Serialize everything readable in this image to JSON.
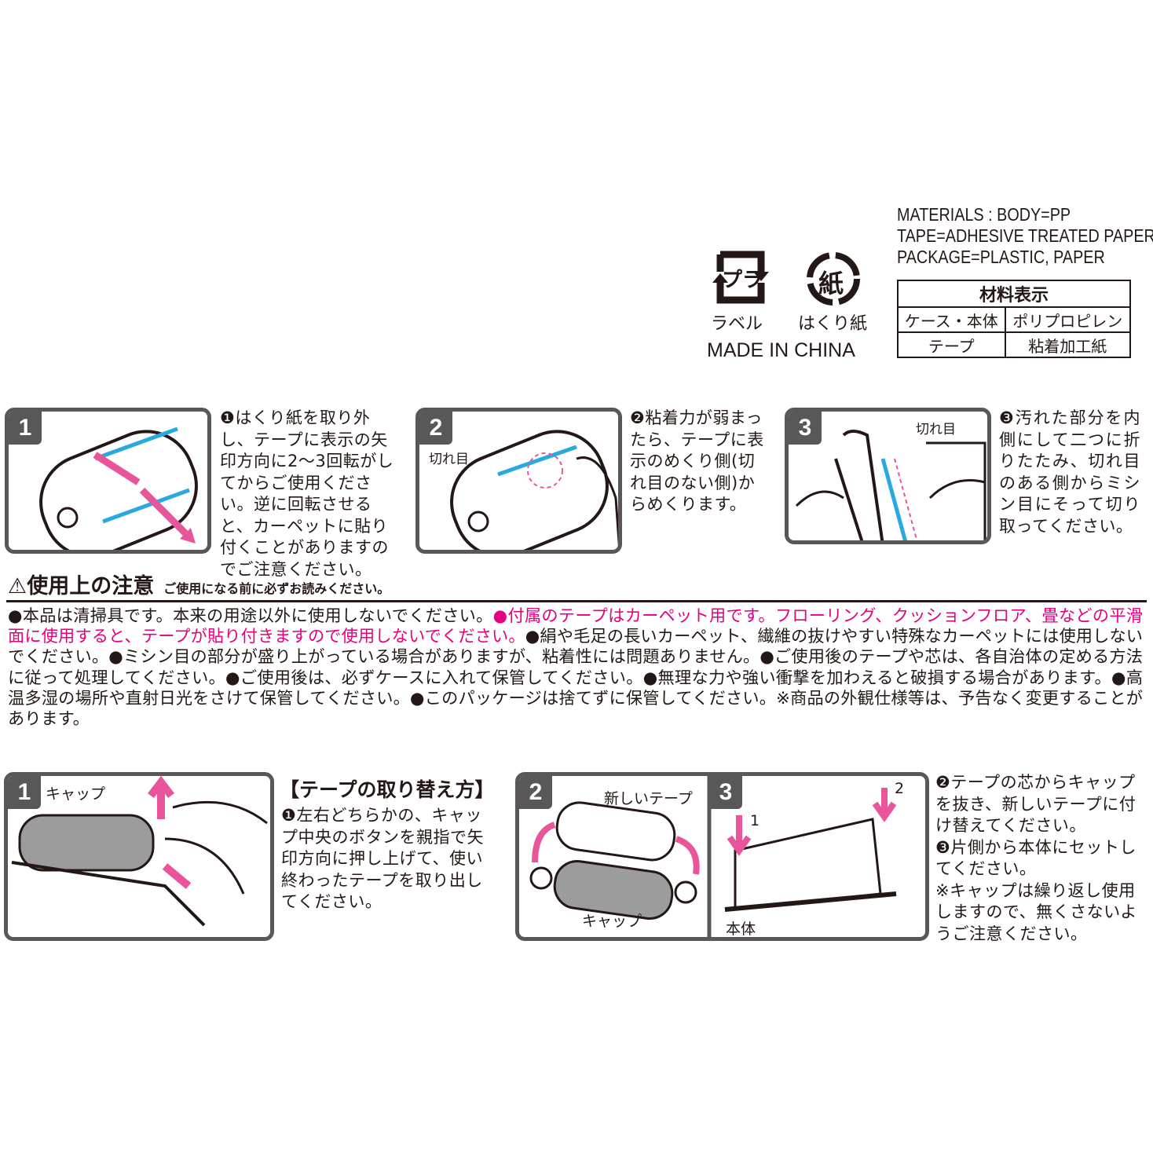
{
  "materials": {
    "lines": [
      "MATERIALS : BODY=PP",
      "TAPE=ADHESIVE TREATED PAPER",
      "PACKAGE=PLASTIC, PAPER"
    ],
    "table_title": "材料表示",
    "rows": [
      [
        "ケース・本体",
        "ポリプロピレン"
      ],
      [
        "テープ",
        "粘着加工紙"
      ]
    ]
  },
  "recycle": {
    "plastic_mark": "プラ",
    "paper_mark": "紙",
    "plastic_label": "ラベル",
    "paper_label": "はくり紙",
    "origin": "MADE IN CHINA"
  },
  "usage_steps": [
    {
      "num": "1",
      "text": "❶はくり紙を取り外し、テープに表示の矢印方向に2〜3回転がしてからご使用ください。逆に回転させると、カーペットに貼り付くことがありますのでご注意ください。"
    },
    {
      "num": "2",
      "callout": "切れ目",
      "text": "❷粘着力が弱まったら、テープに表示のめくり側(切れ目のない側)からめくります。"
    },
    {
      "num": "3",
      "callout": "切れ目",
      "text": "❸汚れた部分を内側にして二つに折りたたみ、切れ目のある側からミシン目にそって切り取ってください。"
    }
  ],
  "caution": {
    "title": "使用上の注意",
    "subtitle": "ご使用になる前に必ずお読みください。",
    "text1": "●本品は清掃具です。本来の用途以外に使用しないでください。",
    "text_pink": "●付属のテープはカーペット用です。フローリング、クッションフロア、畳などの平滑面に使用すると、テープが貼り付きますので使用しないでください。",
    "text2": "●絹や毛足の長いカーペット、繊維の抜けやすい特殊なカーペットには使用しないでください。●ミシン目の部分が盛り上がっている場合がありますが、粘着性には問題ありません。●ご使用後のテープや芯は、各自治体の定める方法に従って処理してください。●ご使用後は、必ずケースに入れて保管してください。●無理な力や強い衝撃を加わえると破損する場合があります。●高温多湿の場所や直射日光をさけて保管してください。●このパッケージは捨てずに保管してください。※商品の外観仕様等は、予告なく変更することがあります。"
  },
  "replace": {
    "title": "【テープの取り替え方】",
    "step1_num": "1",
    "step1_callout": "キャップ",
    "step1_text": "❶左右どちらかの、キャップ中央のボタンを親指で矢印方向に押し上げて、使い終わったテープを取り出してください。",
    "step2_num": "2",
    "step2_callout_tape": "新しいテープ",
    "step2_callout_cap": "キャップ",
    "step3_num": "3",
    "step3_callout_body": "本体",
    "step3_arrow1": "1",
    "step3_arrow2": "2",
    "step23_text": "❷テープの芯からキャップを抜き、新しいテープに付け替えてください。\n❸片側から本体にセットしてください。\n※キャップは繰り返し使用しますので、無くさないようご注意ください。"
  },
  "colors": {
    "pink": "#e4007f",
    "panel_border": "#595757",
    "blue": "#29a9e0"
  }
}
